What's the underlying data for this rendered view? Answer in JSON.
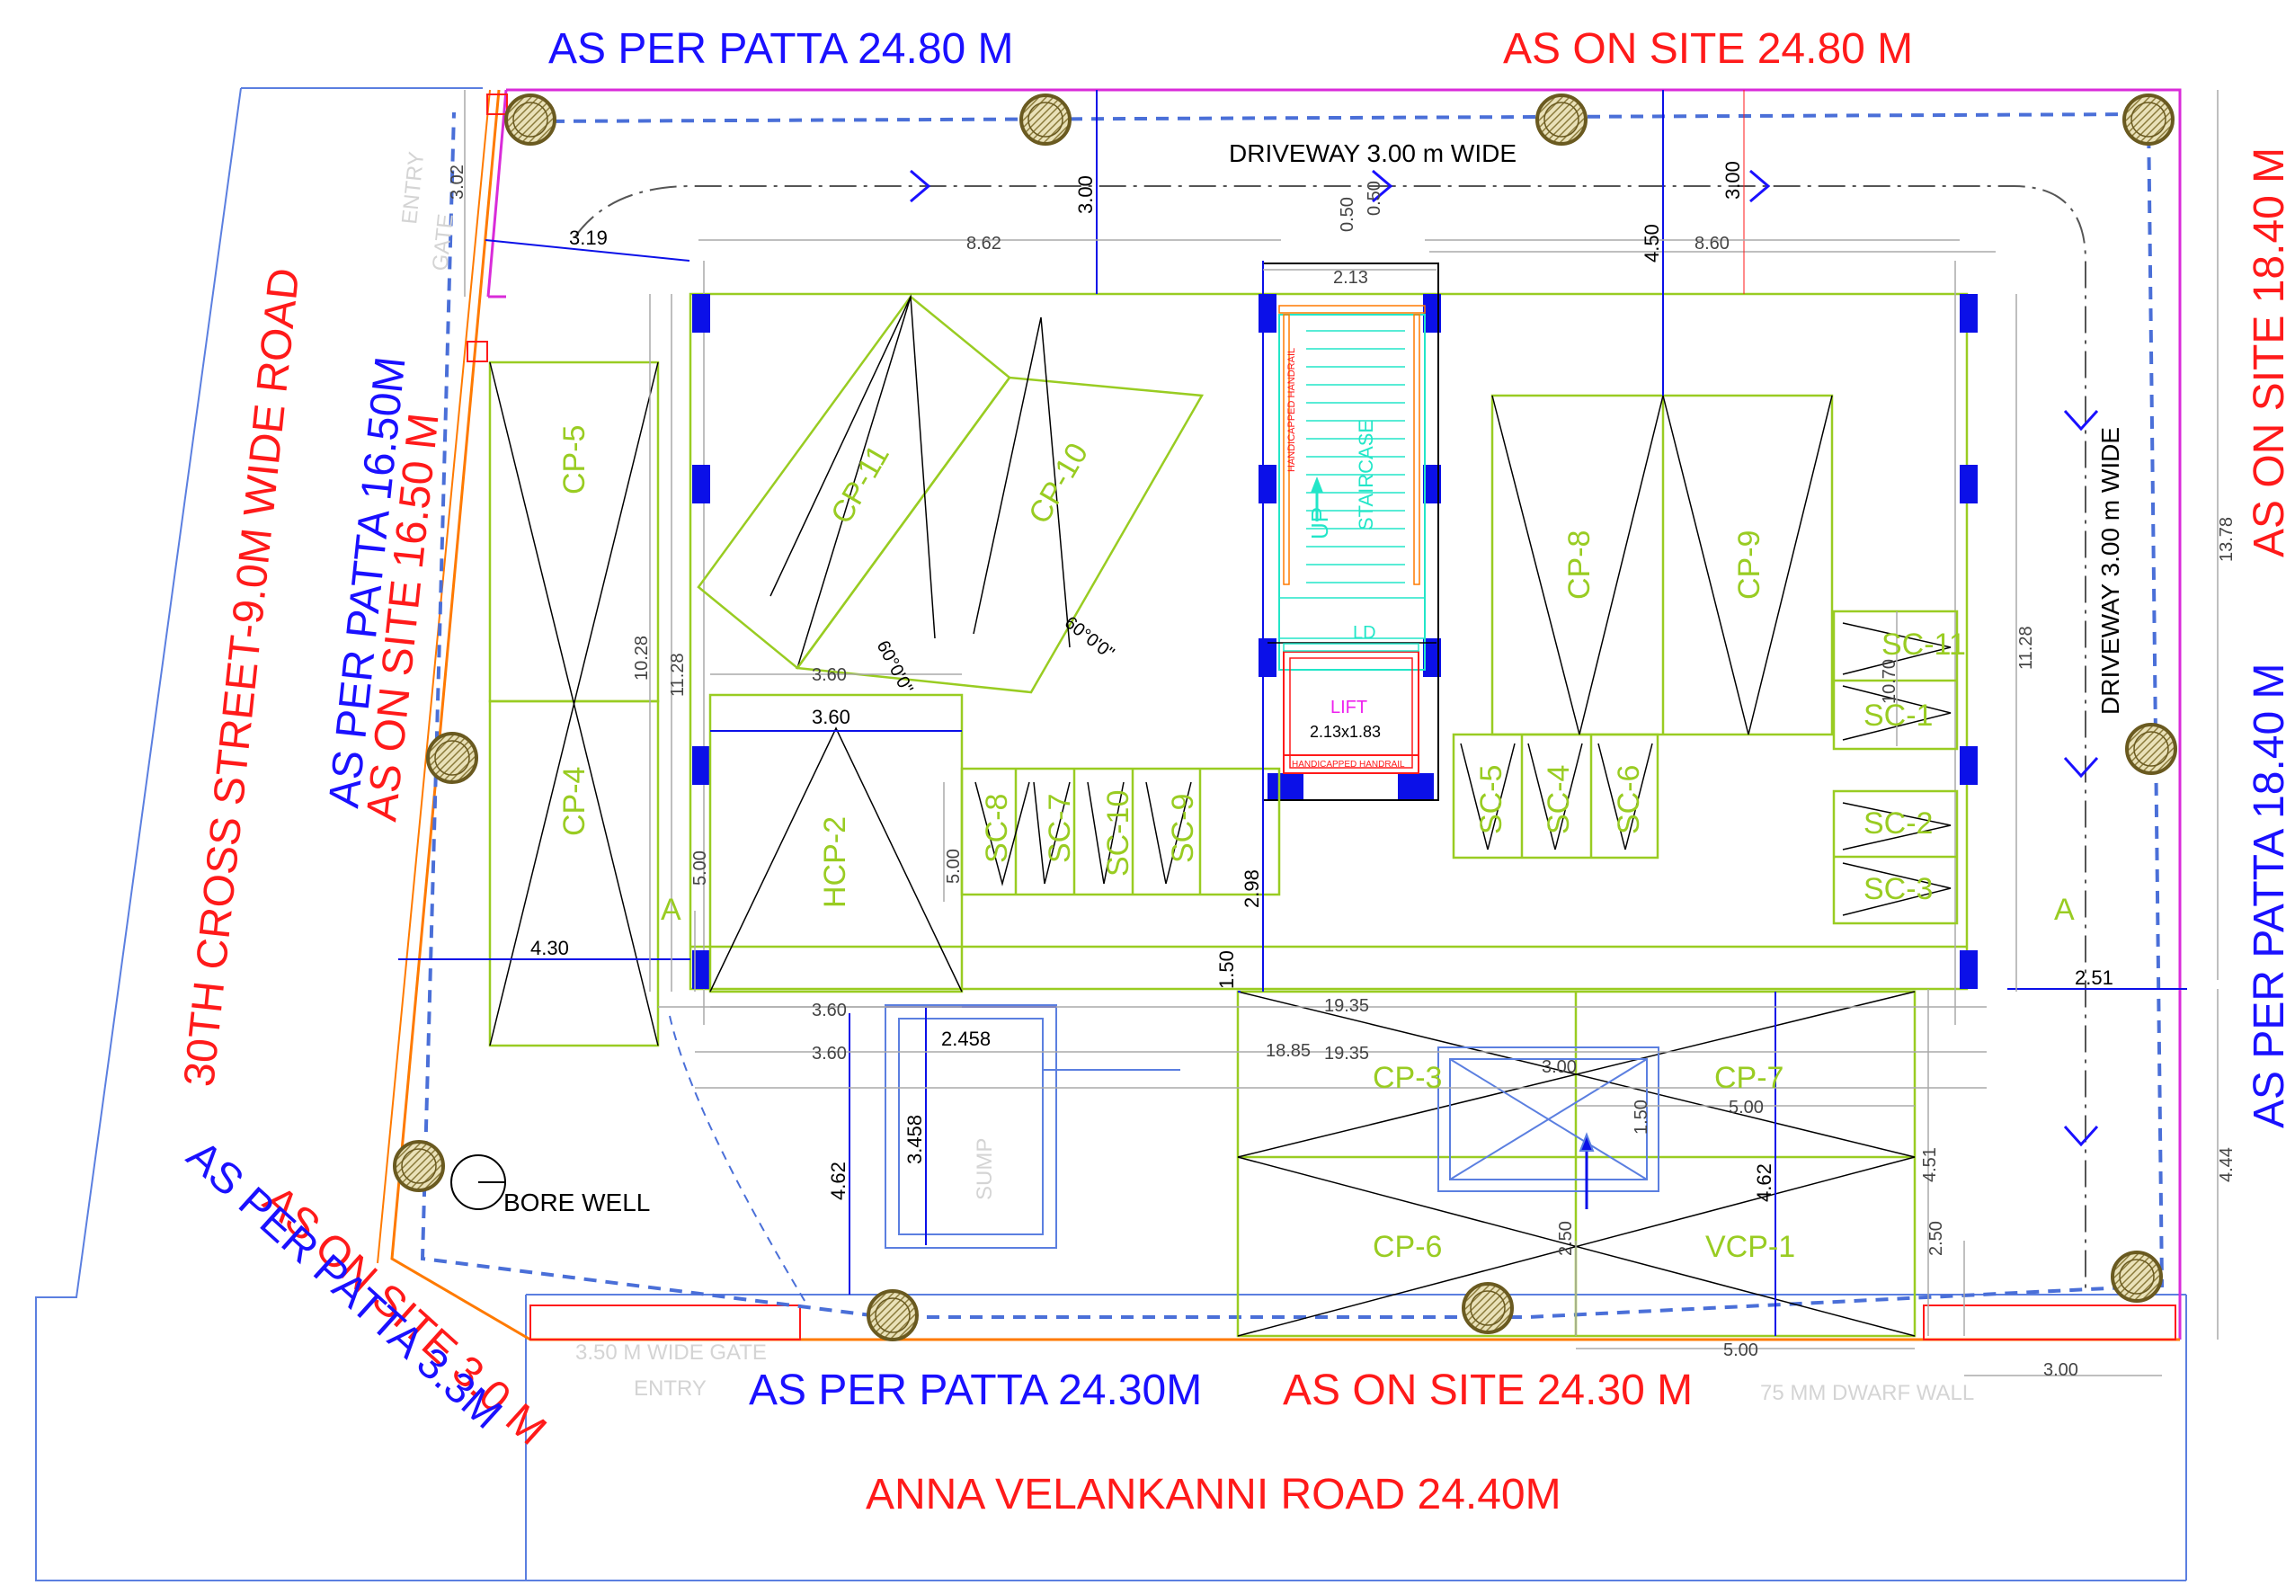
{
  "colors": {
    "patta_blue": "#1a10ff",
    "site_red": "#ff1a1a",
    "parking_green": "#99cc22",
    "column_blue": "#0b10e8",
    "staircase_cyan": "#22e6c8",
    "lift_magenta": "#ee22ee",
    "boundary_orange": "#ff7a00",
    "dashed_blue": "#4a6fd8",
    "tree_olive": "#7a6a2a"
  },
  "headings": {
    "top_patta": "AS PER PATTA 24.80 M",
    "top_site": "AS ON SITE 24.80 M",
    "bottom_patta": "AS PER PATTA 24.30M",
    "bottom_site": "AS ON SITE 24.30 M",
    "road_south": "ANNA VELANKANNI ROAD 24.40M",
    "road_west": "30TH CROSS STREET-9.0M WIDE ROAD",
    "west_patta": "AS PER PATTA 16.50M",
    "west_site": "AS ON SITE 16.50 M",
    "east_site": "AS ON SITE 18.40 M",
    "east_patta": "AS PER PATTA 18.40 M",
    "corner_site": "AS ON SITE 3.0 M",
    "corner_patta": "AS PER PATTA 3.3M"
  },
  "labels": {
    "driveway_top": "DRIVEWAY 3.00 m WIDE",
    "driveway_right": "DRIVEWAY 3.00 m WIDE",
    "staircase": "STAIRCASE",
    "up": "UP",
    "handrail_top": "HANDICAPPED HANDRAIL",
    "ld": "LD",
    "lift": "LIFT",
    "lift_size": "2.13x1.83",
    "lift_handrail": "HANDICAPPED HANDRAIL",
    "bore_well": "BORE WELL",
    "section_a_left": "A",
    "section_a_right": "A",
    "angle_1": "60°0'0\"",
    "angle_2": "60°0'0\""
  },
  "parking": {
    "cp5": "CP-5",
    "cp4": "CP-4",
    "cp11": "CP-11",
    "cp10": "CP-10",
    "hcp2": "HCP-2",
    "sc8": "SC-8",
    "sc7": "SC-7",
    "sc10": "SC-10",
    "sc9": "SC-9",
    "cp8": "CP-8",
    "cp9": "CP-9",
    "sc11": "SC-11",
    "sc1": "SC-1",
    "sc2": "SC-2",
    "sc3": "SC-3",
    "sc5": "SC-5",
    "sc4": "SC-4",
    "sc6": "SC-6",
    "cp3": "CP-3",
    "cp7": "CP-7",
    "cp6": "CP-6",
    "vcp1": "VCP-1"
  },
  "dims": {
    "d_302": "3.02",
    "d_319": "3.19",
    "d_862": "8.62",
    "d_300a": "3.00",
    "d_050a": "0.50",
    "d_050b": "0.50",
    "d_213": "2.13",
    "d_300b": "3.00",
    "d_450": "4.50",
    "d_860": "8.60",
    "d_1028": "10.28",
    "d_1128a": "11.28",
    "d_360a": "3.60",
    "d_360b": "3.60",
    "d_500a": "5.00",
    "d_500b": "5.00",
    "d_430": "4.30",
    "d_150": "1.50",
    "d_298": "2.98",
    "d_1070": "10.70",
    "d_1128b": "11.28",
    "d_1378": "13.78",
    "d_251": "2.51",
    "d_360c": "3.60",
    "d_1935a": "19.35",
    "d_1885": "18.85",
    "d_360d": "3.60",
    "d_1935b": "19.35",
    "d_2458": "2.458",
    "d_3458": "3.458",
    "d_462a": "4.62",
    "d_300c": "3.00",
    "d_150b": "1.50",
    "d_500c": "5.00",
    "d_462b": "4.62",
    "d_451": "4.51",
    "d_250a": "2.50",
    "d_250b": "2.50",
    "d_444": "4.44",
    "d_500d": "5.00",
    "d_300d": "3.00"
  },
  "faint": {
    "gate": "3.50 M WIDE GATE",
    "entry": "ENTRY",
    "dwarf_wall": "75 MM DWARF WALL",
    "sump": "SUMP",
    "entry_side_1": "ENTRY",
    "entry_side_2": "GATE"
  }
}
